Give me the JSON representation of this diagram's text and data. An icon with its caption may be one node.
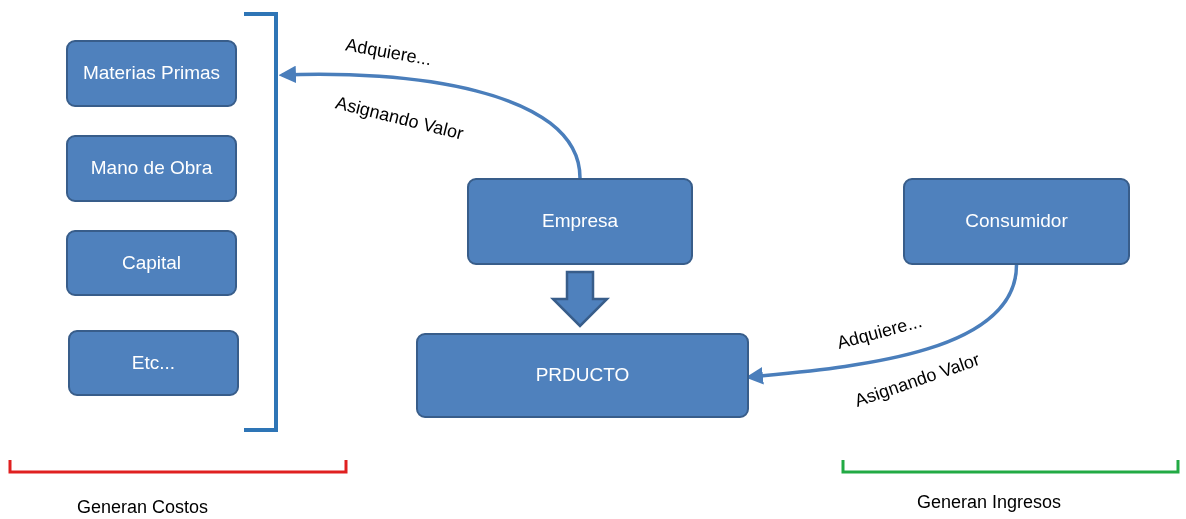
{
  "diagram": {
    "nodes": [
      {
        "text": [
          "Materias Primas"
        ]
      },
      {
        "text": [
          "Mano de Obra"
        ]
      },
      {
        "text": [
          "Capital"
        ]
      },
      {
        "text": [
          "Etc..."
        ]
      },
      {
        "text": [],
        "shape": "bracket"
      },
      {
        "text": [
          "Empresa"
        ]
      },
      {
        "text": [
          "PRDUCTO"
        ]
      },
      {
        "text": [
          "Consumidor"
        ]
      }
    ],
    "edges": [
      {
        "from": 5,
        "to": 4,
        "arrow": "to",
        "label": "Adquiere..."
      },
      {
        "from": 7,
        "to": 6,
        "arrow": "to",
        "label": "Adquiere..."
      },
      {
        "from": 5,
        "to": 6,
        "arrow": "to",
        "style": "thick"
      }
    ],
    "labels": [
      "Asignando Valor",
      "Asignando Valor",
      "Generan Costos",
      "Generan Ingresos"
    ]
  }
}
